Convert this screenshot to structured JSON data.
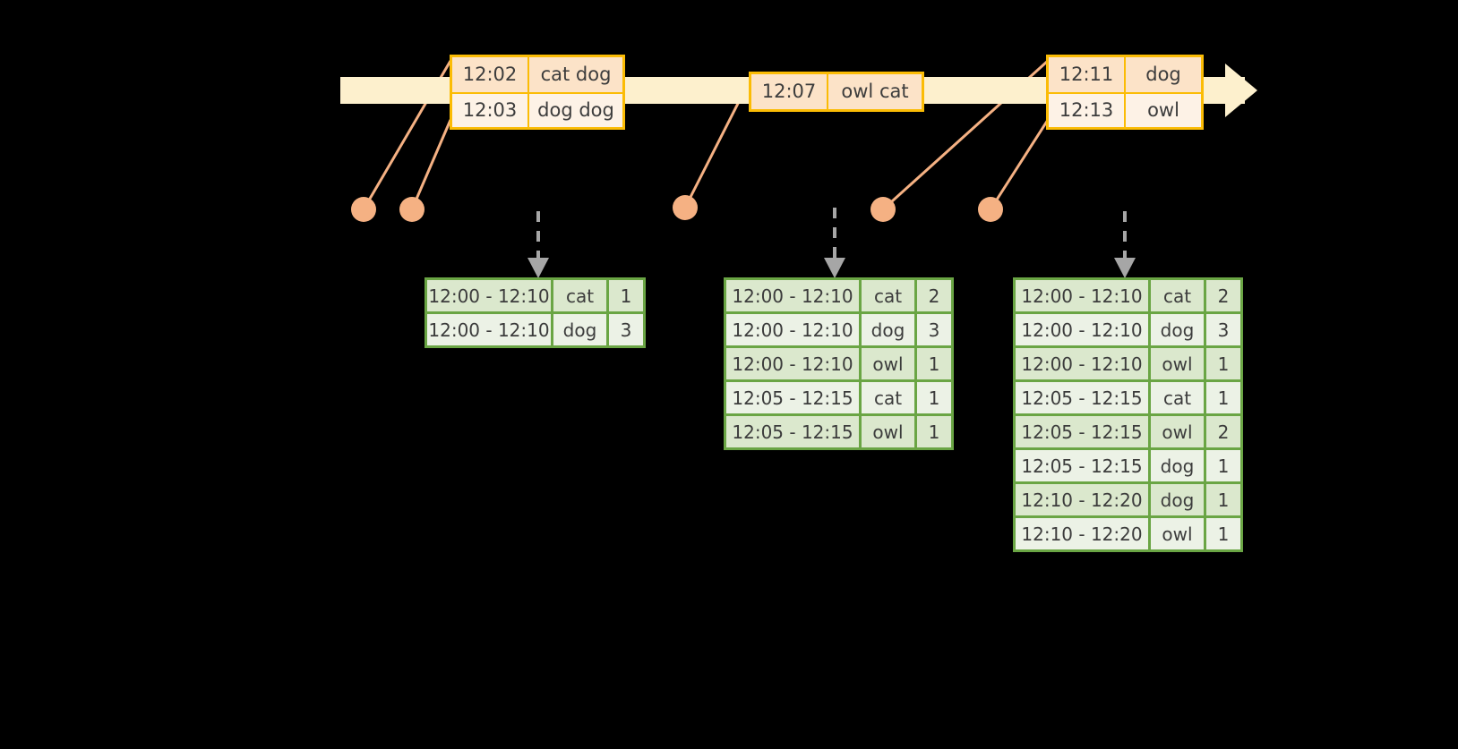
{
  "diagram": {
    "title": "windowed-aggregation-timeline",
    "colors": {
      "timeline_fill": "#fdf0cd",
      "event_border": "#fbbc05",
      "event_fill_odd": "#fce3c8",
      "event_fill_even": "#fdf2e6",
      "table_border": "#6aa544",
      "table_fill_a": "#dbe8cd",
      "table_fill_b": "#ecf2e6",
      "dot_fill": "#f5b183",
      "connector_stroke": "#f5b183",
      "arrow_stroke": "#a6a6a6",
      "background": "#000000"
    }
  },
  "timeline": {
    "name": "event-time-axis",
    "arrow_direction": "right"
  },
  "events": [
    {
      "id": "event-box-1",
      "rows": [
        {
          "time": "12:02",
          "payload": "cat dog"
        },
        {
          "time": "12:03",
          "payload": "dog dog"
        }
      ]
    },
    {
      "id": "event-box-2",
      "rows": [
        {
          "time": "12:07",
          "payload": "owl cat"
        }
      ]
    },
    {
      "id": "event-box-3",
      "rows": [
        {
          "time": "12:11",
          "payload": "dog"
        },
        {
          "time": "12:13",
          "payload": "owl"
        }
      ]
    }
  ],
  "dots": [
    {
      "name": "event-dot-1"
    },
    {
      "name": "event-dot-2"
    },
    {
      "name": "event-dot-3"
    },
    {
      "name": "event-dot-4"
    },
    {
      "name": "event-dot-5"
    }
  ],
  "results": [
    {
      "id": "result-table-1",
      "rows": [
        {
          "window": "12:00 - 12:10",
          "key": "cat",
          "count": "1"
        },
        {
          "window": "12:00 - 12:10",
          "key": "dog",
          "count": "3"
        }
      ]
    },
    {
      "id": "result-table-2",
      "rows": [
        {
          "window": "12:00 - 12:10",
          "key": "cat",
          "count": "2"
        },
        {
          "window": "12:00 - 12:10",
          "key": "dog",
          "count": "3"
        },
        {
          "window": "12:00 - 12:10",
          "key": "owl",
          "count": "1"
        },
        {
          "window": "12:05 - 12:15",
          "key": "cat",
          "count": "1"
        },
        {
          "window": "12:05 - 12:15",
          "key": "owl",
          "count": "1"
        }
      ]
    },
    {
      "id": "result-table-3",
      "rows": [
        {
          "window": "12:00 - 12:10",
          "key": "cat",
          "count": "2"
        },
        {
          "window": "12:00 - 12:10",
          "key": "dog",
          "count": "3"
        },
        {
          "window": "12:00 - 12:10",
          "key": "owl",
          "count": "1"
        },
        {
          "window": "12:05 - 12:15",
          "key": "cat",
          "count": "1"
        },
        {
          "window": "12:05 - 12:15",
          "key": "owl",
          "count": "2"
        },
        {
          "window": "12:05 - 12:15",
          "key": "dog",
          "count": "1"
        },
        {
          "window": "12:10 - 12:20",
          "key": "dog",
          "count": "1"
        },
        {
          "window": "12:10 - 12:20",
          "key": "owl",
          "count": "1"
        }
      ]
    }
  ]
}
